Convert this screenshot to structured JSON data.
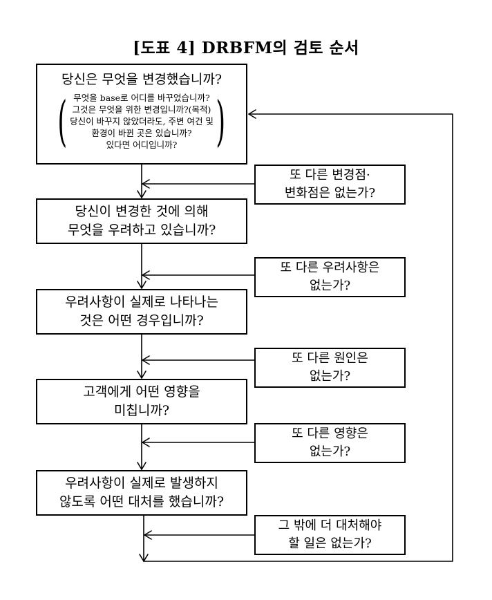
{
  "title": "[도표 4] DRBFM의 검토 순서",
  "main_steps": [
    {
      "lines": [
        "당신은 무엇을 변경했습니까?"
      ],
      "details": [
        "무엇을 base로 어디를 바꾸었습니까?",
        "그것은 무엇을 위한 변경입니까?(목적)",
        "당신이 바꾸지 않았더라도, 주변 여건 및",
        "환경이 바뀐 곳은 있습니까?",
        "있다면 어디입니까?"
      ]
    },
    {
      "lines": [
        "당신이 변경한 것에 의해",
        "무엇을 우려하고 있습니까?"
      ]
    },
    {
      "lines": [
        "우려사항이 실제로 나타나는",
        "것은 어떤 경우입니까?"
      ]
    },
    {
      "lines": [
        "고객에게 어떤 영향을",
        "미칩니까?"
      ]
    },
    {
      "lines": [
        "우려사항이 실제로 발생하지",
        "않도록 어떤 대처를 했습니까?"
      ]
    }
  ],
  "feedback_questions": [
    {
      "lines": [
        "또 다른 변경점·",
        "변화점은 없는가?"
      ]
    },
    {
      "lines": [
        "또 다른 우려사항은",
        "없는가?"
      ]
    },
    {
      "lines": [
        "또 다른 원인은",
        "없는가?"
      ]
    },
    {
      "lines": [
        "또 다른 영향은",
        "없는가?"
      ]
    },
    {
      "lines": [
        "그 밖에 더 대처해야",
        "할 일은 없는가?"
      ]
    }
  ]
}
